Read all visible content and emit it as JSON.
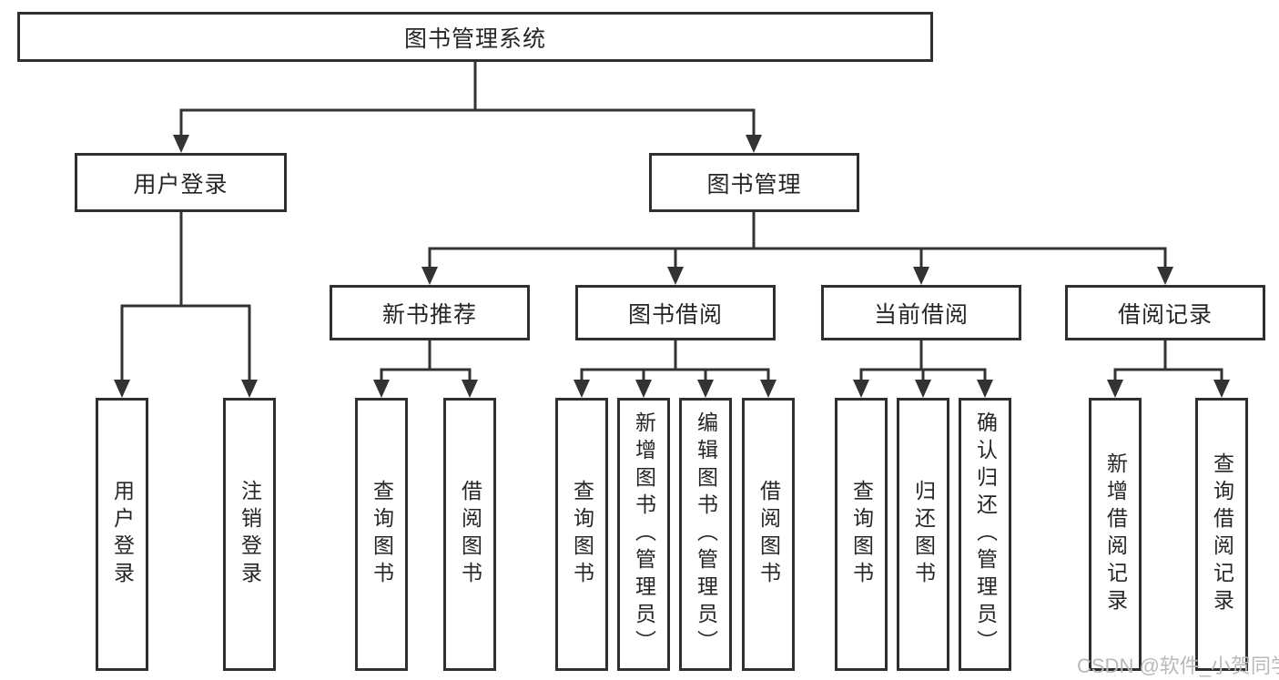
{
  "watermark": {
    "text": "CSDN @软件_小贺同学",
    "color": "#b9b9b9"
  },
  "colors": {
    "line": "#333333",
    "box_border": "#2f2f2f",
    "box_bg": "#ffffff",
    "text": "#262626"
  },
  "diagram": {
    "root": {
      "label": "图书管理系统"
    },
    "branches": [
      {
        "label": "用户登录",
        "children": [
          {
            "label": "用户登录"
          },
          {
            "label": "注销登录"
          }
        ]
      },
      {
        "label": "图书管理",
        "children": [
          {
            "label": "新书推荐",
            "children": [
              {
                "label": "查询图书"
              },
              {
                "label": "借阅图书"
              }
            ]
          },
          {
            "label": "图书借阅",
            "children": [
              {
                "label": "查询图书"
              },
              {
                "label": "新增图书（管理员）"
              },
              {
                "label": "编辑图书（管理员）"
              },
              {
                "label": "借阅图书"
              }
            ]
          },
          {
            "label": "当前借阅",
            "children": [
              {
                "label": "查询图书"
              },
              {
                "label": "归还图书"
              },
              {
                "label": "确认归还（管理员）"
              }
            ]
          },
          {
            "label": "借阅记录",
            "children": [
              {
                "label": "新增借阅记录"
              },
              {
                "label": "查询借阅记录"
              }
            ]
          }
        ]
      }
    ]
  }
}
